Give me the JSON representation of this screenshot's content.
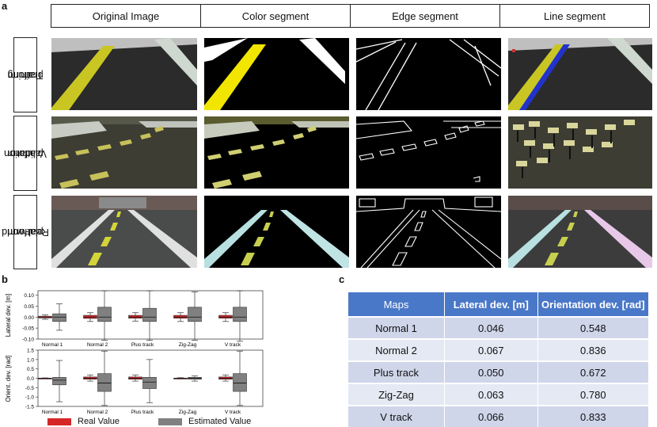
{
  "panel_labels": {
    "a": "a",
    "b": "b",
    "c": "c"
  },
  "panel_a": {
    "column_headers": [
      "Original Image",
      "Color segment",
      "Edge segment",
      "Line segment"
    ],
    "row_headers": [
      {
        "line1": "Training",
        "line2": "platform"
      },
      {
        "line1": "Validation",
        "line2": "platform"
      },
      {
        "line1": "Real-world",
        "line2": "platform"
      }
    ]
  },
  "panel_c": {
    "columns": [
      "Maps",
      "Lateral dev. [m]",
      "Orientation dev. [rad]"
    ],
    "rows": [
      [
        "Normal 1",
        "0.046",
        "0.548"
      ],
      [
        "Normal 2",
        "0.067",
        "0.836"
      ],
      [
        "Plus track",
        "0.050",
        "0.672"
      ],
      [
        "Zig-Zag",
        "0.063",
        "0.780"
      ],
      [
        "V track",
        "0.066",
        "0.833"
      ]
    ]
  },
  "chart_data": [
    {
      "type": "box",
      "ylabel": "Lateral dev. [m]",
      "ylim": [
        -0.1,
        0.12
      ],
      "yticks": [
        "0.10",
        "0.05",
        "0.00",
        "-0.05",
        "-0.10"
      ],
      "categories": [
        "Normal 1",
        "Normal 2",
        "Plus track",
        "Zig-Zag",
        "V track"
      ],
      "series": [
        {
          "name": "Real Value",
          "color": "#d62728",
          "boxes": [
            {
              "min": -0.01,
              "q1": -0.004,
              "median": 0.0,
              "q3": 0.004,
              "max": 0.01
            },
            {
              "min": -0.02,
              "q1": -0.006,
              "median": 0.0,
              "q3": 0.008,
              "max": 0.02
            },
            {
              "min": -0.018,
              "q1": -0.005,
              "median": 0.0,
              "q3": 0.008,
              "max": 0.02
            },
            {
              "min": -0.02,
              "q1": -0.005,
              "median": 0.0,
              "q3": 0.008,
              "max": 0.02
            },
            {
              "min": -0.02,
              "q1": -0.005,
              "median": 0.0,
              "q3": 0.008,
              "max": 0.02
            }
          ]
        },
        {
          "name": "Estimated Value",
          "color": "#808080",
          "boxes": [
            {
              "min": -0.06,
              "q1": -0.02,
              "median": 0.0,
              "q3": 0.015,
              "max": 0.06
            },
            {
              "min": -0.105,
              "q1": -0.02,
              "median": 0.0,
              "q3": 0.045,
              "max": 0.12
            },
            {
              "min": -0.105,
              "q1": -0.02,
              "median": 0.0,
              "q3": 0.04,
              "max": 0.12
            },
            {
              "min": -0.105,
              "q1": -0.02,
              "median": 0.0,
              "q3": 0.045,
              "max": 0.115
            },
            {
              "min": -0.11,
              "q1": -0.02,
              "median": 0.0,
              "q3": 0.045,
              "max": 0.12
            }
          ]
        }
      ]
    },
    {
      "type": "box",
      "ylabel": "Orient. dev. [rad]",
      "ylim": [
        -1.5,
        1.5
      ],
      "yticks": [
        "1.5",
        "1.0",
        "0.5",
        "0.0",
        "-0.5",
        "-1.0",
        "-1.5"
      ],
      "categories": [
        "Normal 1",
        "Normal 2",
        "Plus track",
        "Zig-Zag",
        "V track"
      ],
      "series": [
        {
          "name": "Real Value",
          "color": "#d62728",
          "boxes": [
            {
              "min": -0.02,
              "q1": -0.01,
              "median": 0.0,
              "q3": 0.01,
              "max": 0.02
            },
            {
              "min": -0.15,
              "q1": -0.05,
              "median": 0.0,
              "q3": 0.07,
              "max": 0.18
            },
            {
              "min": -0.15,
              "q1": -0.05,
              "median": 0.0,
              "q3": 0.07,
              "max": 0.18
            },
            {
              "min": -0.03,
              "q1": -0.01,
              "median": 0.0,
              "q3": 0.01,
              "max": 0.03
            },
            {
              "min": -0.15,
              "q1": -0.05,
              "median": 0.0,
              "q3": 0.07,
              "max": 0.18
            }
          ]
        },
        {
          "name": "Estimated Value",
          "color": "#808080",
          "boxes": [
            {
              "min": -1.25,
              "q1": -0.35,
              "median": -0.1,
              "q3": 0.05,
              "max": 0.95
            },
            {
              "min": -1.45,
              "q1": -0.7,
              "median": -0.25,
              "q3": 0.25,
              "max": 1.45
            },
            {
              "min": -1.3,
              "q1": -0.55,
              "median": -0.2,
              "q3": 0.05,
              "max": 1.0
            },
            {
              "min": -0.15,
              "q1": -0.05,
              "median": 0.0,
              "q3": 0.05,
              "max": 0.12
            },
            {
              "min": -1.45,
              "q1": -0.7,
              "median": -0.25,
              "q3": 0.25,
              "max": 1.45
            }
          ]
        }
      ]
    }
  ],
  "legend": [
    {
      "label": "Real Value",
      "color": "#d62728"
    },
    {
      "label": "Estimated Value",
      "color": "#808080"
    }
  ]
}
